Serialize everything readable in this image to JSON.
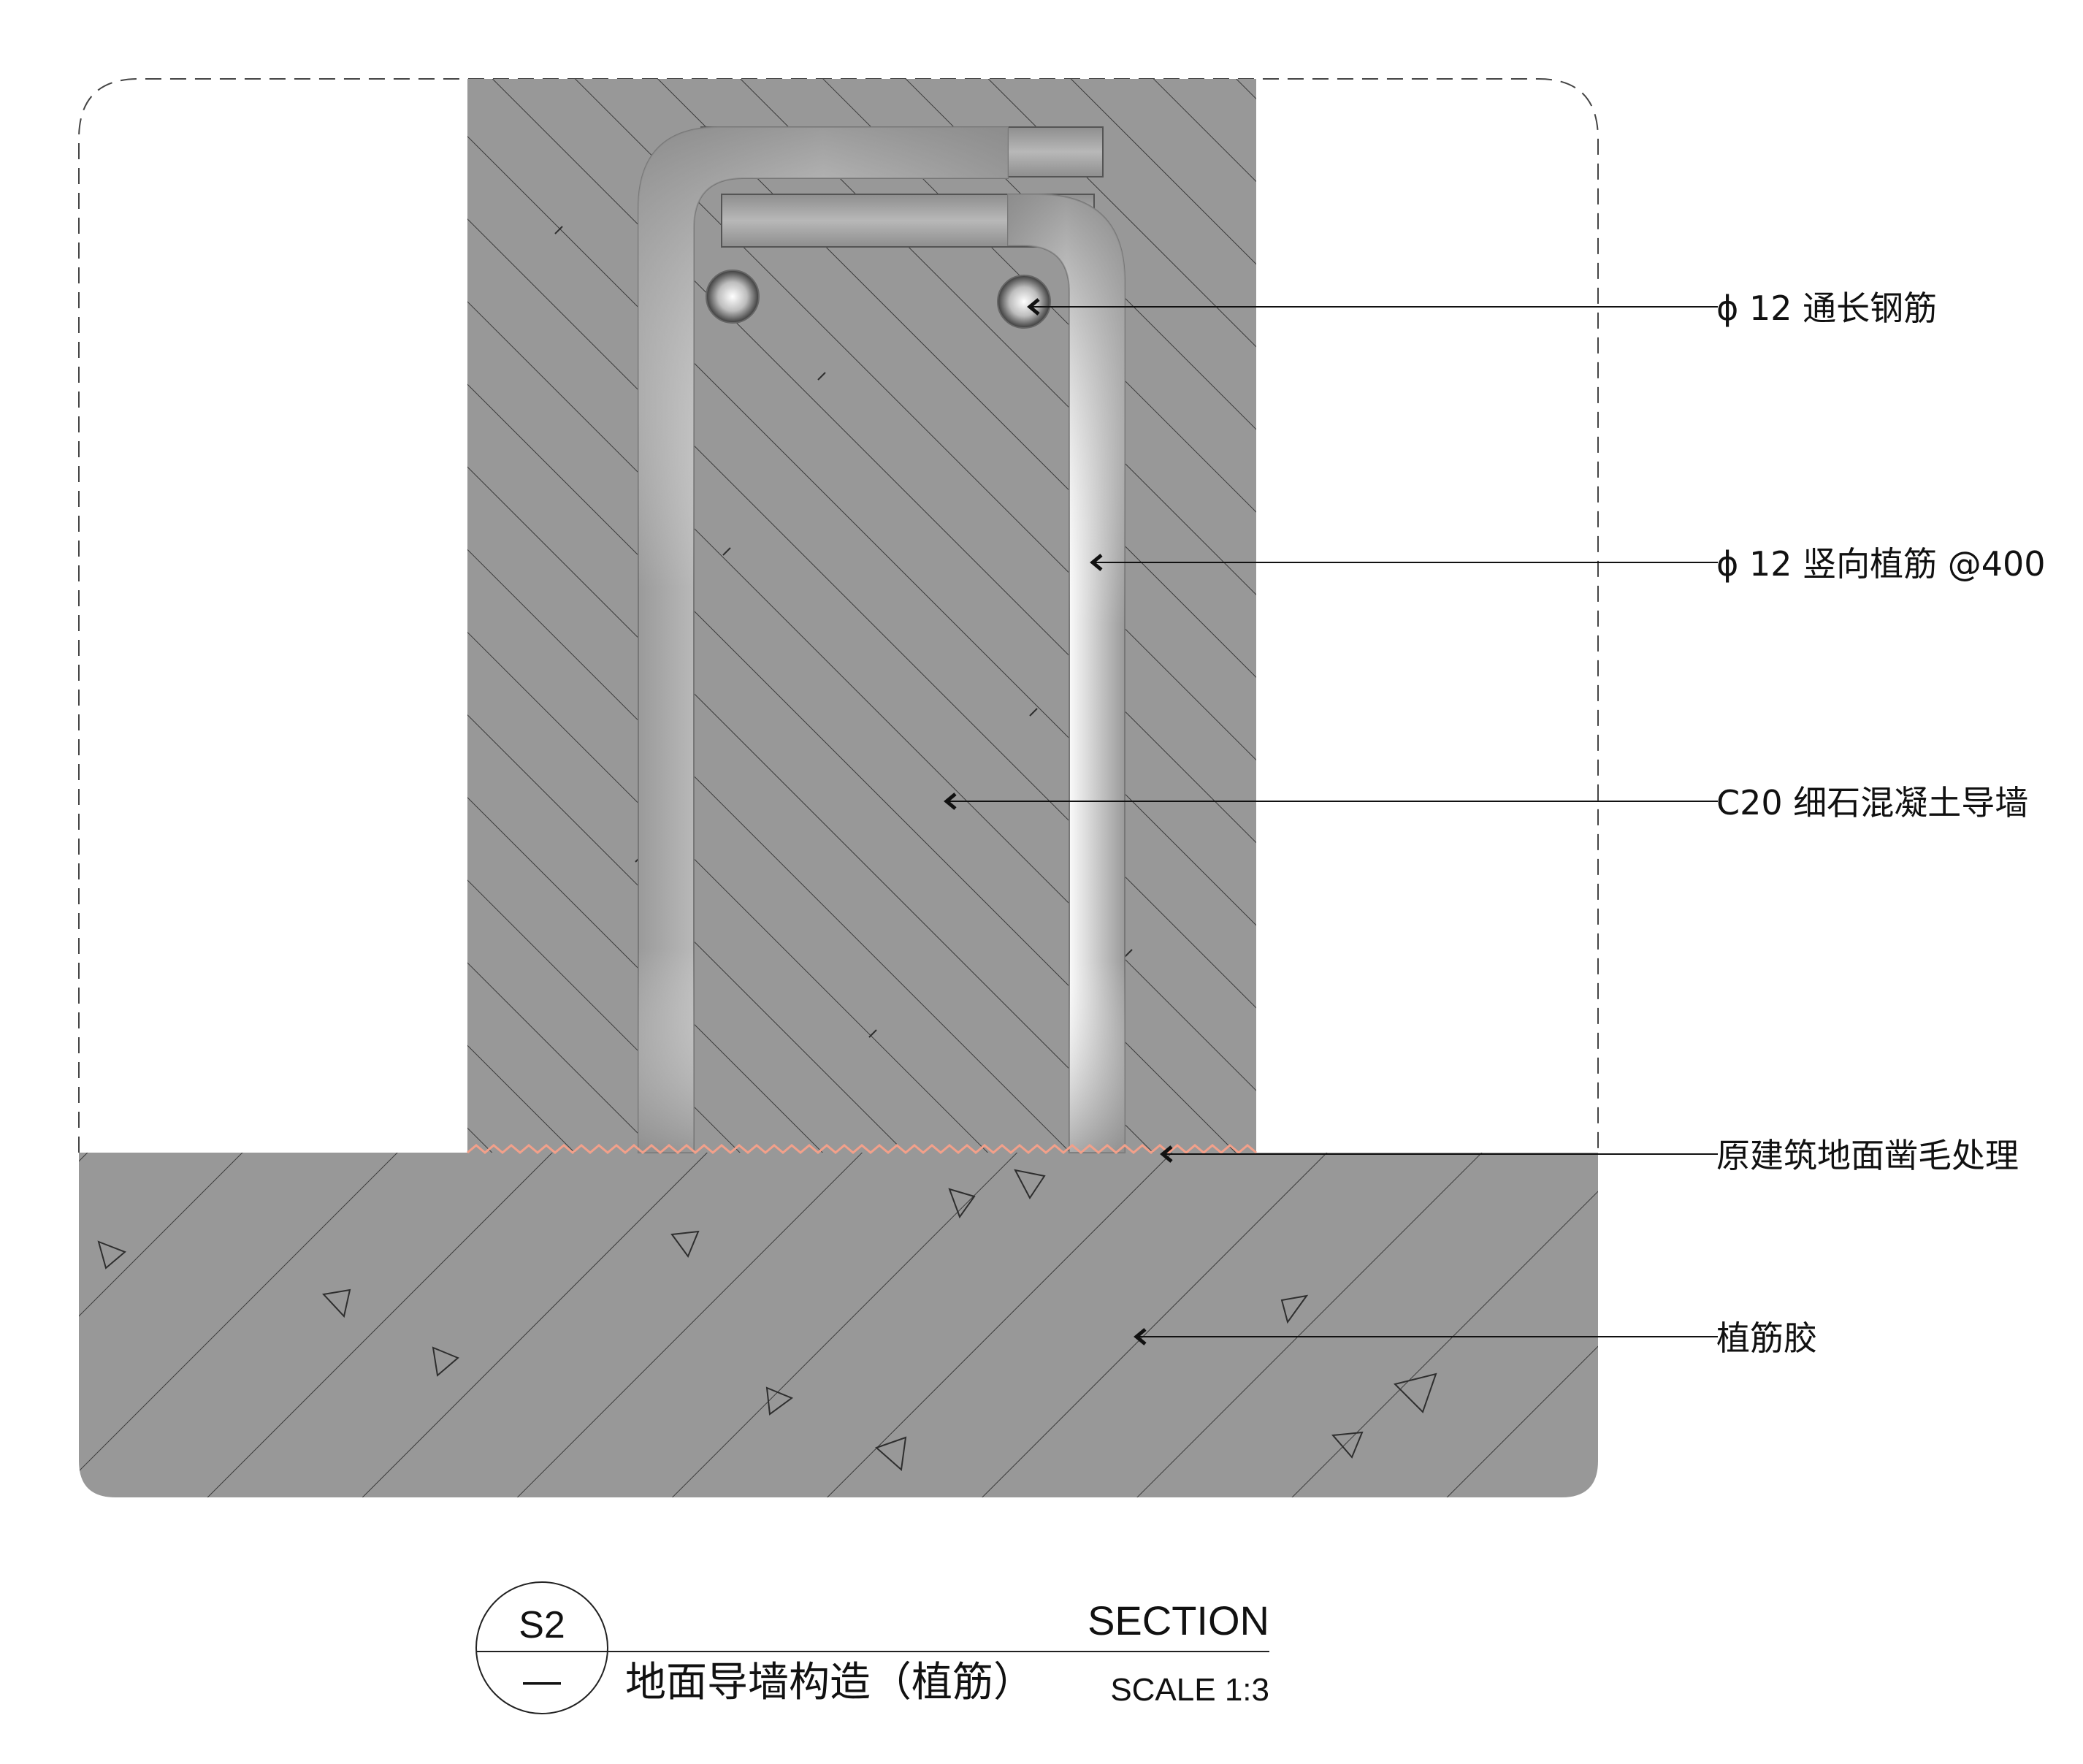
{
  "colors": {
    "concrete": "#989898",
    "hatch": "#3a3a3a",
    "rebar_edge": "#9a9a9a",
    "rebar_center": "#ffffff",
    "chisel_line": "#f2a08a",
    "leader": "#111111"
  },
  "annotations": [
    {
      "text": "ϕ 12 通长钢筋"
    },
    {
      "text": "ϕ 12 竖向植筋 @400"
    },
    {
      "text": "C20 细石混凝土导墙"
    },
    {
      "text": "原建筑地面凿毛处理"
    },
    {
      "text": "植筋胶"
    }
  ],
  "title_block": {
    "symbol_top": "S2",
    "symbol_bottom": "—",
    "title": "地面导墙构造（植筋）",
    "type": "SECTION",
    "scale": "SCALE 1:3"
  }
}
